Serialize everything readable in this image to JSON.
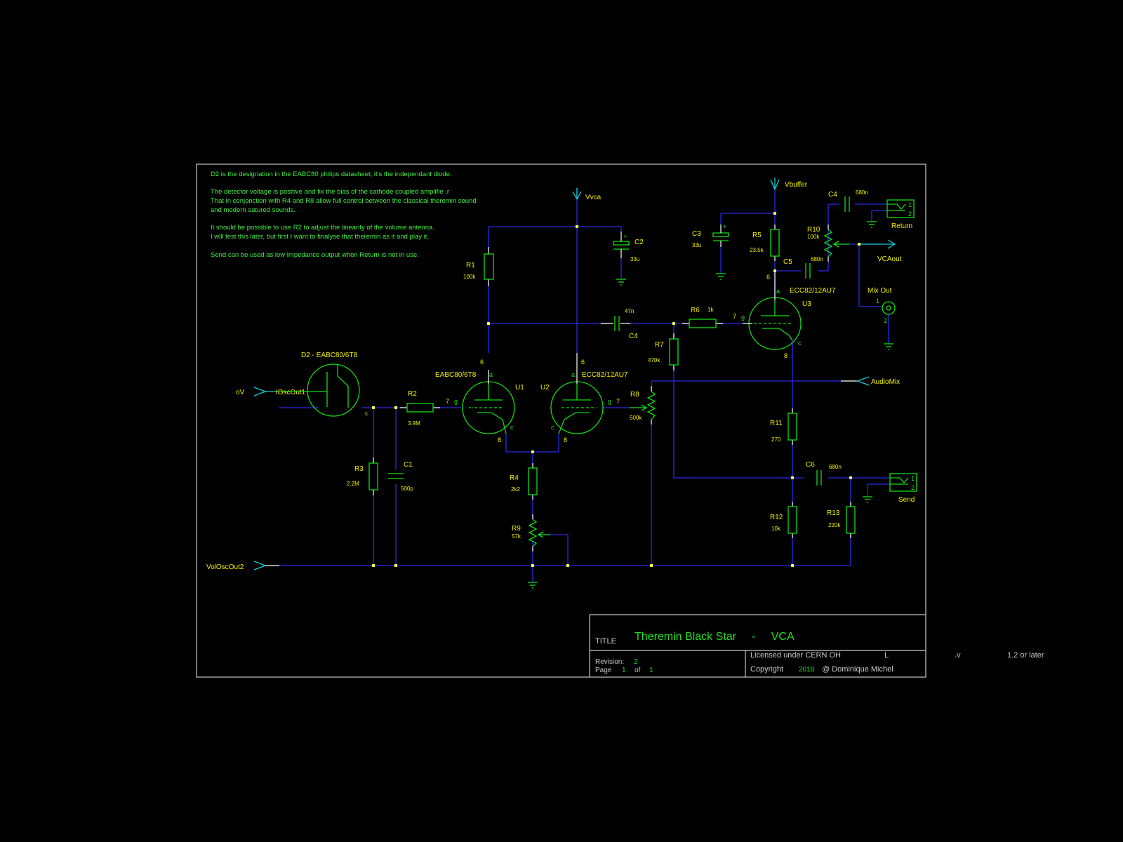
{
  "notes": [
    "D2 is the designation in the EABC80 philips datasheet; it's the independant diode.",
    "The detector voltage is positive and fix the bias of the cathode coupled amplifie                 .r",
    "That in conjonction with R4 and R8 allow full control between the classical theremin sound",
    "and modern satured sounds.",
    "It should be possible to use R2 to adjust the linearity of the volume antenna.",
    "I will test this later, but first I want to finalyse that theremin as it and play it.",
    "Send can be used as low impedance output when Return is not in use."
  ],
  "nets": {
    "vvca": "Vvca",
    "vbuffer": "Vbuffer",
    "ov": "oV",
    "ioscout": "IOscOut1",
    "voloscout2": "VolOscOut2",
    "audiomix": "AudioMix",
    "vcaout": "VCAout",
    "return": "Return",
    "send": "Send",
    "mixout": "Mix Out"
  },
  "components": {
    "r1": {
      "ref": "R1",
      "value": "100k"
    },
    "r2": {
      "ref": "R2",
      "value": "3.9M"
    },
    "r3": {
      "ref": "R3",
      "value": "2.2M"
    },
    "r4": {
      "ref": "R4",
      "value": "2k2"
    },
    "r5": {
      "ref": "R5",
      "value": "23.5k"
    },
    "r6": {
      "ref": "R6",
      "value": "1k"
    },
    "r7": {
      "ref": "R7",
      "value": "470k"
    },
    "r8": {
      "ref": "R8",
      "value": "500k"
    },
    "r9": {
      "ref": "R9",
      "value": "57k"
    },
    "r10": {
      "ref": "R10",
      "value": "100k"
    },
    "r11": {
      "ref": "R11",
      "value": "270"
    },
    "r12": {
      "ref": "R12",
      "value": "10k"
    },
    "r13": {
      "ref": "R13",
      "value": "220k"
    },
    "c1": {
      "ref": "C1",
      "value": "500p"
    },
    "c2": {
      "ref": "C2",
      "value": "33u"
    },
    "c3": {
      "ref": "C3",
      "value": "33u"
    },
    "c4a": {
      "ref": "C4",
      "value": "47n"
    },
    "c4b": {
      "ref": "C4",
      "value": "680n"
    },
    "c5": {
      "ref": "C5",
      "value": "680n"
    },
    "c6": {
      "ref": "C6",
      "value": "680n"
    },
    "u1": {
      "ref": "U1",
      "value": "EABC80/6T8"
    },
    "u2": {
      "ref": "U2",
      "value": "ECC82/12AU7"
    },
    "u3": {
      "ref": "U3",
      "value": "ECC82/12AU7"
    },
    "d2": {
      "ref": "D2 - EABC80/6T8"
    }
  },
  "pins": {
    "p1": "1",
    "p2": "2",
    "p6": "6",
    "p7": "7",
    "p8": "8",
    "a": "a",
    "c": "c",
    "g": "g",
    "plus": "+"
  },
  "title_block": {
    "title_label": "TITLE",
    "title": "Theremin Black Star     -     VCA",
    "revision_label": "Revision:",
    "revision": "2",
    "page_label": "Page",
    "page": "1",
    "of_label": "of",
    "pages": "1",
    "license": "Licensed under CERN OH",
    "license_l": "L",
    "license_v": ".v",
    "license_ver": "1.2 or later",
    "copyright_label": "Copyright",
    "year": "2018",
    "author": "@ Dominique Michel"
  },
  "colors": {
    "background": "#000000",
    "wire": "#2a2ae6",
    "component": "#11dd11",
    "label": "#f0f000",
    "junction": "#ffff44",
    "frame": "#c8c8c8"
  }
}
